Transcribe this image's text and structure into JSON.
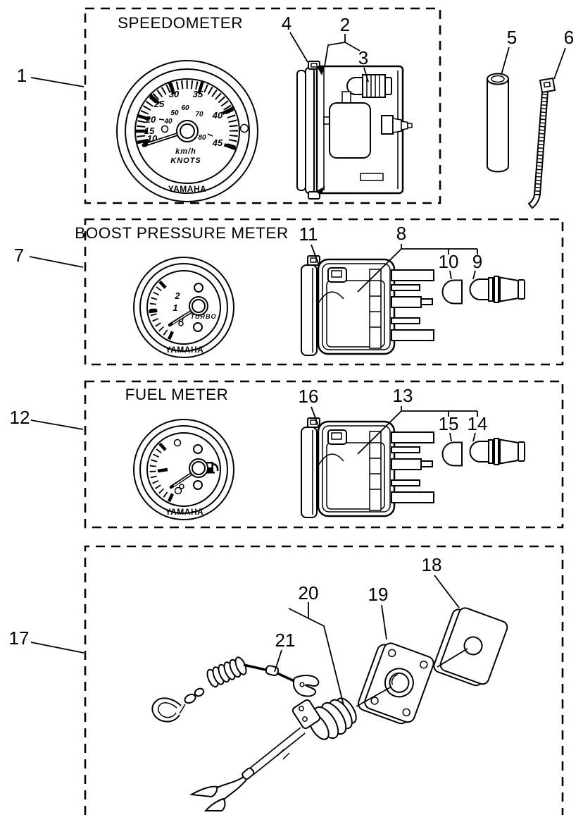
{
  "colors": {
    "background": "#ffffff",
    "ink": "#000000"
  },
  "callouts": {
    "c1": "1",
    "c2": "2",
    "c3": "3",
    "c4": "4",
    "c5": "5",
    "c6": "6",
    "c7": "7",
    "c8": "8",
    "c9": "9",
    "c10": "10",
    "c11": "11",
    "c12": "12",
    "c13": "13",
    "c14": "14",
    "c15": "15",
    "c16": "16",
    "c17": "17",
    "c18": "18",
    "c19": "19",
    "c20": "20",
    "c21": "21"
  },
  "sections": {
    "speedometer": {
      "title": "SPEEDOMETER",
      "gauge": {
        "brand": "YAMAHA",
        "unit_primary": "km/h",
        "unit_secondary": "KNOTS",
        "knots_scale": [
          "10",
          "15",
          "20",
          "25",
          "30",
          "35",
          "40",
          "45"
        ],
        "kmh_scale": [
          "40",
          "50",
          "60",
          "70",
          "80"
        ]
      }
    },
    "boost": {
      "title": "BOOST PRESSURE METER",
      "gauge": {
        "brand": "YAMAHA",
        "dial_label": "TURBO",
        "scale": [
          "0",
          "1",
          "2"
        ]
      }
    },
    "fuel": {
      "title": "FUEL METER",
      "gauge": {
        "brand": "YAMAHA",
        "fuel_icon": "fuel-pump-icon"
      }
    },
    "stop_switch": {}
  }
}
